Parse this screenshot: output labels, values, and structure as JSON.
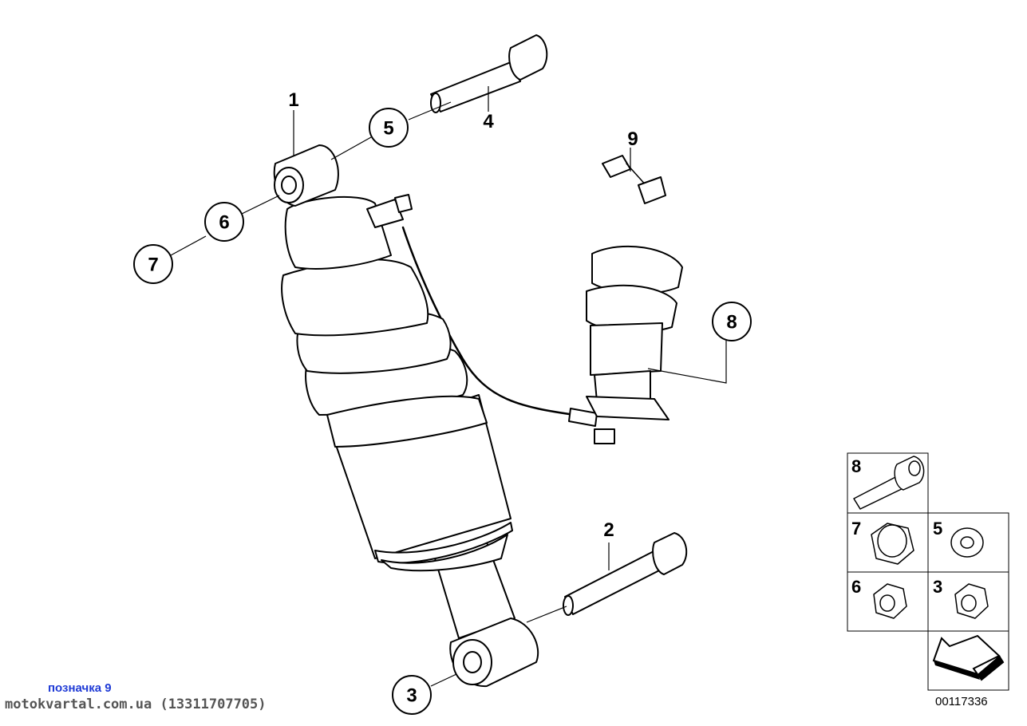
{
  "callouts": {
    "c1": "1",
    "c2": "2",
    "c3": "3",
    "c4": "4",
    "c5": "5",
    "c6": "6",
    "c7": "7",
    "c8": "8",
    "c9": "9"
  },
  "legend": {
    "items": [
      {
        "number": "8",
        "icon": "socket-head-bolt-icon"
      },
      {
        "number": "7",
        "icon": "cap-nut-icon"
      },
      {
        "number": "5",
        "icon": "washer-icon"
      },
      {
        "number": "6",
        "icon": "hex-nut-icon"
      },
      {
        "number": "3",
        "icon": "hex-nut-icon"
      }
    ],
    "direction_icon": "arrow-icon"
  },
  "footer": {
    "note": "позначка 9",
    "site": "motokvartal.com.ua (13311707705)",
    "diagram_number": "00117336"
  }
}
